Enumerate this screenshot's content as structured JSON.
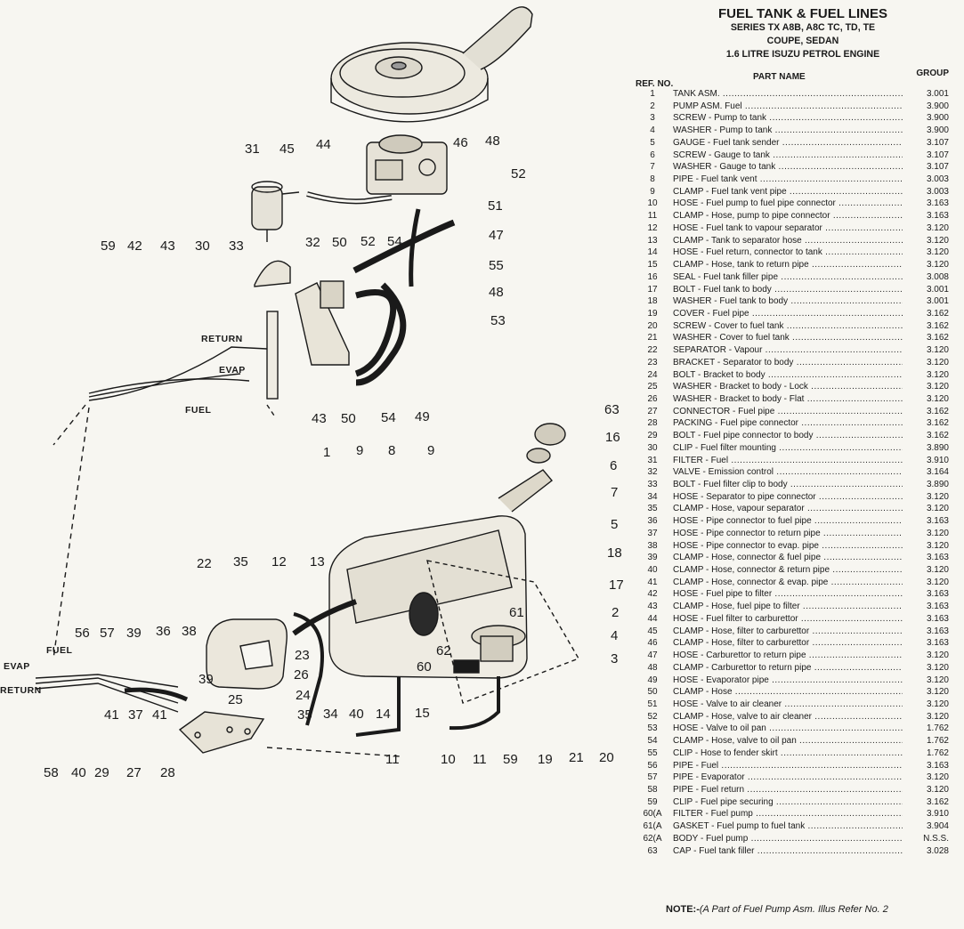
{
  "header": {
    "title": "FUEL TANK & FUEL LINES",
    "subtitle_lines": [
      "SERIES TX A8B, A8C  TC, TD, TE",
      "COUPE, SEDAN",
      "1.6 LITRE ISUZU PETROL ENGINE"
    ]
  },
  "table": {
    "columns": {
      "ref": "REF. NO.",
      "name": "PART NAME",
      "group": "GROUP"
    },
    "rows": [
      {
        "ref": "1",
        "name": "TANK ASM.",
        "group": "3.001"
      },
      {
        "ref": "2",
        "name": "PUMP ASM. Fuel",
        "group": "3.900"
      },
      {
        "ref": "3",
        "name": "SCREW - Pump to tank",
        "group": "3.900"
      },
      {
        "ref": "4",
        "name": "WASHER - Pump to tank",
        "group": "3.900"
      },
      {
        "ref": "5",
        "name": "GAUGE - Fuel tank sender",
        "group": "3.107"
      },
      {
        "ref": "6",
        "name": "SCREW - Gauge to tank",
        "group": "3.107"
      },
      {
        "ref": "7",
        "name": "WASHER - Gauge to tank",
        "group": "3.107"
      },
      {
        "ref": "8",
        "name": "PIPE - Fuel tank vent",
        "group": "3.003"
      },
      {
        "ref": "9",
        "name": "CLAMP - Fuel tank vent pipe",
        "group": "3.003"
      },
      {
        "ref": "10",
        "name": "HOSE - Fuel pump to fuel pipe connector",
        "group": "3.163"
      },
      {
        "ref": "11",
        "name": "CLAMP - Hose, pump to pipe connector",
        "group": "3.163"
      },
      {
        "ref": "12",
        "name": "HOSE - Fuel tank to vapour separator",
        "group": "3.120"
      },
      {
        "ref": "13",
        "name": "CLAMP - Tank to separator hose",
        "group": "3.120"
      },
      {
        "ref": "14",
        "name": "HOSE - Fuel return, connector to tank",
        "group": "3.120"
      },
      {
        "ref": "15",
        "name": "CLAMP - Hose, tank to return pipe",
        "group": "3.120"
      },
      {
        "ref": "16",
        "name": "SEAL - Fuel tank filler pipe",
        "group": "3.008"
      },
      {
        "ref": "17",
        "name": "BOLT - Fuel tank to body",
        "group": "3.001"
      },
      {
        "ref": "18",
        "name": "WASHER - Fuel tank to body",
        "group": "3.001"
      },
      {
        "ref": "19",
        "name": "COVER - Fuel pipe",
        "group": "3.162"
      },
      {
        "ref": "20",
        "name": "SCREW - Cover to fuel tank",
        "group": "3.162"
      },
      {
        "ref": "21",
        "name": "WASHER - Cover to fuel tank",
        "group": "3.162"
      },
      {
        "ref": "22",
        "name": "SEPARATOR - Vapour",
        "group": "3.120"
      },
      {
        "ref": "23",
        "name": "BRACKET - Separator to body",
        "group": "3.120"
      },
      {
        "ref": "24",
        "name": "BOLT - Bracket to body",
        "group": "3.120"
      },
      {
        "ref": "25",
        "name": "WASHER - Bracket to body - Lock",
        "group": "3.120"
      },
      {
        "ref": "26",
        "name": "WASHER - Bracket to body - Flat",
        "group": "3.120"
      },
      {
        "ref": "27",
        "name": "CONNECTOR - Fuel pipe",
        "group": "3.162"
      },
      {
        "ref": "28",
        "name": "PACKING - Fuel pipe connector",
        "group": "3.162"
      },
      {
        "ref": "29",
        "name": "BOLT - Fuel pipe connector to body",
        "group": "3.162"
      },
      {
        "ref": "30",
        "name": "CLIP - Fuel filter mounting",
        "group": "3.890"
      },
      {
        "ref": "31",
        "name": "FILTER - Fuel",
        "group": "3.910"
      },
      {
        "ref": "32",
        "name": "VALVE - Emission control",
        "group": "3.164"
      },
      {
        "ref": "33",
        "name": "BOLT - Fuel filter clip to body",
        "group": "3.890"
      },
      {
        "ref": "34",
        "name": "HOSE - Separator to pipe connector",
        "group": "3.120"
      },
      {
        "ref": "35",
        "name": "CLAMP - Hose, vapour separator",
        "group": "3.120"
      },
      {
        "ref": "36",
        "name": "HOSE - Pipe connector to fuel pipe",
        "group": "3.163"
      },
      {
        "ref": "37",
        "name": "HOSE - Pipe connector to return pipe",
        "group": "3.120"
      },
      {
        "ref": "38",
        "name": "HOSE - Pipe connector to evap. pipe",
        "group": "3.120"
      },
      {
        "ref": "39",
        "name": "CLAMP - Hose, connector & fuel pipe",
        "group": "3.163"
      },
      {
        "ref": "40",
        "name": "CLAMP - Hose, connector & return pipe",
        "group": "3.120"
      },
      {
        "ref": "41",
        "name": "CLAMP - Hose, connector & evap. pipe",
        "group": "3.120"
      },
      {
        "ref": "42",
        "name": "HOSE - Fuel pipe to filter",
        "group": "3.163"
      },
      {
        "ref": "43",
        "name": "CLAMP - Hose, fuel pipe to filter",
        "group": "3.163"
      },
      {
        "ref": "44",
        "name": "HOSE - Fuel filter to carburettor",
        "group": "3.163"
      },
      {
        "ref": "45",
        "name": "CLAMP - Hose, filter to carburettor",
        "group": "3.163"
      },
      {
        "ref": "46",
        "name": "CLAMP - Hose, filter to carburettor",
        "group": "3.163"
      },
      {
        "ref": "47",
        "name": "HOSE - Carburettor to return pipe",
        "group": "3.120"
      },
      {
        "ref": "48",
        "name": "CLAMP - Carburettor to return pipe",
        "group": "3.120"
      },
      {
        "ref": "49",
        "name": "HOSE - Evaporator pipe",
        "group": "3.120"
      },
      {
        "ref": "50",
        "name": "CLAMP - Hose",
        "group": "3.120"
      },
      {
        "ref": "51",
        "name": "HOSE - Valve to air cleaner",
        "group": "3.120"
      },
      {
        "ref": "52",
        "name": "CLAMP - Hose, valve to air cleaner",
        "group": "3.120"
      },
      {
        "ref": "53",
        "name": "HOSE - Valve to oil pan",
        "group": "1.762"
      },
      {
        "ref": "54",
        "name": "CLAMP - Hose, valve to oil pan",
        "group": "1.762"
      },
      {
        "ref": "55",
        "name": "CLIP - Hose to fender skirt",
        "group": "1.762"
      },
      {
        "ref": "56",
        "name": "PIPE - Fuel",
        "group": "3.163"
      },
      {
        "ref": "57",
        "name": "PIPE - Evaporator",
        "group": "3.120"
      },
      {
        "ref": "58",
        "name": "PIPE - Fuel return",
        "group": "3.120"
      },
      {
        "ref": "59",
        "name": "CLIP - Fuel pipe securing",
        "group": "3.162"
      },
      {
        "ref": "60(A",
        "name": "FILTER - Fuel pump",
        "group": "3.910"
      },
      {
        "ref": "61(A",
        "name": "GASKET - Fuel pump to fuel tank",
        "group": "3.904"
      },
      {
        "ref": "62(A",
        "name": "BODY - Fuel pump",
        "group": "N.S.S."
      },
      {
        "ref": "63",
        "name": "CAP - Fuel tank filler",
        "group": "3.028"
      }
    ]
  },
  "note": {
    "prefix": "NOTE:-",
    "text": "(A Part of Fuel Pump Asm. Illus Refer No. 2"
  },
  "diagram": {
    "line_labels": {
      "return_upper": "RETURN",
      "evap_upper": "EVAP",
      "fuel_upper": "FUEL",
      "fuel_lower": "FUEL",
      "evap_lower": "EVAP",
      "return_lower": "RETURN"
    },
    "callouts": [
      "31",
      "45",
      "44",
      "46",
      "48",
      "52",
      "51",
      "59",
      "42",
      "43",
      "30",
      "33",
      "32",
      "50",
      "52",
      "54",
      "47",
      "55",
      "48",
      "53",
      "43",
      "50",
      "54",
      "49",
      "63",
      "16",
      "1",
      "9",
      "8",
      "9",
      "6",
      "7",
      "5",
      "18",
      "17",
      "22",
      "35",
      "12",
      "13",
      "61",
      "2",
      "4",
      "3",
      "62",
      "60",
      "23",
      "26",
      "25",
      "24",
      "15",
      "19",
      "21",
      "20",
      "56",
      "57",
      "39",
      "36",
      "38",
      "39",
      "41",
      "37",
      "41",
      "35",
      "34",
      "40",
      "14",
      "11",
      "10",
      "11",
      "59",
      "58",
      "40",
      "29",
      "27",
      "28"
    ]
  }
}
